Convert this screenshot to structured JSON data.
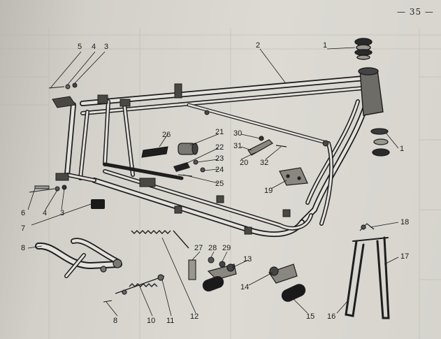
{
  "page": {
    "number": "— 35 —"
  },
  "diagram": {
    "callouts": [
      {
        "id": "c1",
        "label": "1"
      },
      {
        "id": "c1b",
        "label": "1"
      },
      {
        "id": "c2",
        "label": "2"
      },
      {
        "id": "c3",
        "label": "3"
      },
      {
        "id": "c3b",
        "label": "3"
      },
      {
        "id": "c4",
        "label": "4"
      },
      {
        "id": "c4b",
        "label": "4"
      },
      {
        "id": "c5",
        "label": "5"
      },
      {
        "id": "c6",
        "label": "6"
      },
      {
        "id": "c7",
        "label": "7"
      },
      {
        "id": "c8",
        "label": "8"
      },
      {
        "id": "c8b",
        "label": "8"
      },
      {
        "id": "c10",
        "label": "10"
      },
      {
        "id": "c11",
        "label": "11"
      },
      {
        "id": "c12",
        "label": "12"
      },
      {
        "id": "c13",
        "label": "13"
      },
      {
        "id": "c14",
        "label": "14"
      },
      {
        "id": "c15",
        "label": "15"
      },
      {
        "id": "c16",
        "label": "16"
      },
      {
        "id": "c17",
        "label": "17"
      },
      {
        "id": "c18",
        "label": "18"
      },
      {
        "id": "c19",
        "label": "19"
      },
      {
        "id": "c20",
        "label": "20"
      },
      {
        "id": "c21",
        "label": "21"
      },
      {
        "id": "c22",
        "label": "22"
      },
      {
        "id": "c23",
        "label": "23"
      },
      {
        "id": "c24",
        "label": "24"
      },
      {
        "id": "c25",
        "label": "25"
      },
      {
        "id": "c26",
        "label": "26"
      },
      {
        "id": "c27",
        "label": "27"
      },
      {
        "id": "c28",
        "label": "28"
      },
      {
        "id": "c29",
        "label": "29"
      },
      {
        "id": "c30",
        "label": "30"
      },
      {
        "id": "c31",
        "label": "31"
      },
      {
        "id": "c32",
        "label": "32"
      }
    ]
  }
}
